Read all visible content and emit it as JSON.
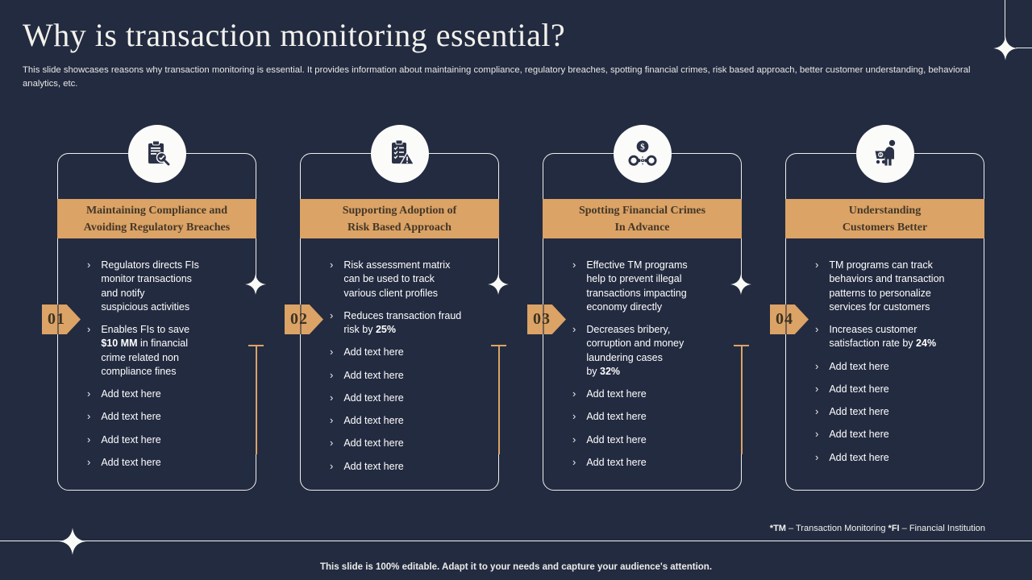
{
  "slide": {
    "title": "Why is transaction monitoring essential?",
    "subtitle": "This slide showcases reasons why transaction monitoring is essential. It provides information about maintaining compliance, regulatory breaches, spotting financial crimes, risk based approach, better customer understanding, behavioral analytics, etc.",
    "footnote": {
      "tm_abbr": "*TM",
      "tm_text": " – Transaction Monitoring ",
      "fi_abbr": "*FI",
      "fi_text": " – Financial Institution"
    },
    "footer": "This slide is 100% editable. Adapt it to your needs and capture your audience's attention."
  },
  "glyphs": {
    "bullet": "›"
  },
  "colors": {
    "background": "#232B40",
    "accent_tan": "#DCA366",
    "header_text": "#443828",
    "body_text": "#FFFFFF",
    "line_white": "#F2F1EC",
    "icon_dark": "#2B3147"
  },
  "cards": [
    {
      "number": "01",
      "icon": "clipboard-audit-icon",
      "title": "Maintaining Compliance and\nAvoiding Regulatory Breaches",
      "bullets": [
        {
          "segments": [
            {
              "text": "Regulators directs FIs\nmonitor transactions\nand notify\nsuspicious activities",
              "bold": false
            }
          ]
        },
        {
          "segments": [
            {
              "text": "Enables FIs to save\n",
              "bold": false
            },
            {
              "text": "$10 MM",
              "bold": true
            },
            {
              "text": " in financial\ncrime related non\ncompliance fines",
              "bold": false
            }
          ]
        },
        {
          "segments": [
            {
              "text": "Add text here",
              "bold": false
            }
          ]
        },
        {
          "segments": [
            {
              "text": "Add text here",
              "bold": false
            }
          ]
        },
        {
          "segments": [
            {
              "text": "Add text here",
              "bold": false
            }
          ]
        },
        {
          "segments": [
            {
              "text": "Add text here",
              "bold": false
            }
          ]
        }
      ]
    },
    {
      "number": "02",
      "icon": "checklist-warning-icon",
      "title": "Supporting Adoption of\nRisk Based Approach",
      "bullets": [
        {
          "segments": [
            {
              "text": "Risk assessment matrix\ncan be used to track\nvarious client profiles",
              "bold": false
            }
          ]
        },
        {
          "segments": [
            {
              "text": "Reduces transaction fraud\nrisk by ",
              "bold": false
            },
            {
              "text": "25%",
              "bold": true
            }
          ]
        },
        {
          "segments": [
            {
              "text": "Add text here",
              "bold": false
            }
          ]
        },
        {
          "segments": [
            {
              "text": "Add text here",
              "bold": false
            }
          ]
        },
        {
          "segments": [
            {
              "text": "Add text here",
              "bold": false
            }
          ]
        },
        {
          "segments": [
            {
              "text": "Add text here",
              "bold": false
            }
          ]
        },
        {
          "segments": [
            {
              "text": "Add text here",
              "bold": false
            }
          ]
        },
        {
          "segments": [
            {
              "text": "Add text here",
              "bold": false
            }
          ]
        }
      ]
    },
    {
      "number": "03",
      "icon": "money-handcuffs-icon",
      "title": "Spotting Financial Crimes\nIn Advance",
      "bullets": [
        {
          "segments": [
            {
              "text": "Effective TM programs\nhelp to prevent illegal\ntransactions impacting\neconomy directly",
              "bold": false
            }
          ]
        },
        {
          "segments": [
            {
              "text": "Decreases bribery,\ncorruption and money\nlaundering cases\nby ",
              "bold": false
            },
            {
              "text": "32%",
              "bold": true
            }
          ]
        },
        {
          "segments": [
            {
              "text": "Add text here",
              "bold": false
            }
          ]
        },
        {
          "segments": [
            {
              "text": "Add text here",
              "bold": false
            }
          ]
        },
        {
          "segments": [
            {
              "text": "Add text here",
              "bold": false
            }
          ]
        },
        {
          "segments": [
            {
              "text": "Add text here",
              "bold": false
            }
          ]
        }
      ]
    },
    {
      "number": "04",
      "icon": "customer-cart-icon",
      "title": "Understanding\nCustomers Better",
      "bullets": [
        {
          "segments": [
            {
              "text": "TM programs can track\nbehaviors and transaction\npatterns to personalize\nservices for customers",
              "bold": false
            }
          ]
        },
        {
          "segments": [
            {
              "text": "Increases customer\nsatisfaction rate by ",
              "bold": false
            },
            {
              "text": "24%",
              "bold": true
            }
          ]
        },
        {
          "segments": [
            {
              "text": "Add text here",
              "bold": false
            }
          ]
        },
        {
          "segments": [
            {
              "text": "Add text here",
              "bold": false
            }
          ]
        },
        {
          "segments": [
            {
              "text": "Add text here",
              "bold": false
            }
          ]
        },
        {
          "segments": [
            {
              "text": "Add text here",
              "bold": false
            }
          ]
        },
        {
          "segments": [
            {
              "text": "Add text here",
              "bold": false
            }
          ]
        }
      ]
    }
  ]
}
